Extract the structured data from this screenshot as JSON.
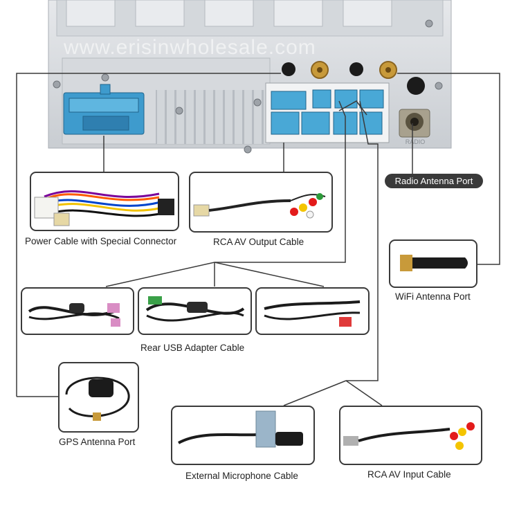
{
  "watermark": "www.erisinwholesale.com",
  "port_text": "RADIO",
  "labels": {
    "power": "Power Cable with Special Connector",
    "rca_out": "RCA AV Output Cable",
    "radio": "Radio Antenna Port",
    "wifi": "WiFi Antenna Port",
    "usb": "Rear USB Adapter Cable",
    "gps": "GPS Antenna Port",
    "mic": "External Microphone Cable",
    "rca_in": "RCA AV Input Cable"
  },
  "colors": {
    "chassis": "#dcdfe3",
    "connector_blue": "#49a8d6",
    "line": "#3a3a3a",
    "pill_bg": "#3a3a3a"
  },
  "icons": [
    "power-cable-harness",
    "rca-cable",
    "usb-cable",
    "antenna",
    "gps-puck",
    "microphone-cable"
  ]
}
